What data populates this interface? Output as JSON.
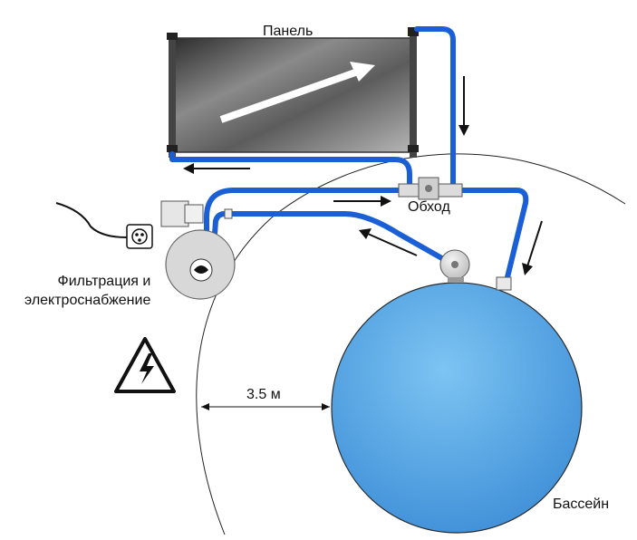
{
  "labels": {
    "panel": "Панель",
    "bypass": "Обход",
    "pool": "Бассейн",
    "distance": "3.5 м",
    "filtration_line1": "Фильтрация и",
    "filtration_line2": "электроснабжение"
  },
  "colors": {
    "pipe": "#1a5fd6",
    "pool_fill": "#5aaae8",
    "arrow": "#111111",
    "warning": "#111111"
  },
  "icons": {
    "warning": "high-voltage-warning-icon",
    "socket": "electrical-socket-icon",
    "pump": "filter-pump-icon",
    "valve": "bypass-valve-icon",
    "panel": "solar-panel-icon"
  }
}
